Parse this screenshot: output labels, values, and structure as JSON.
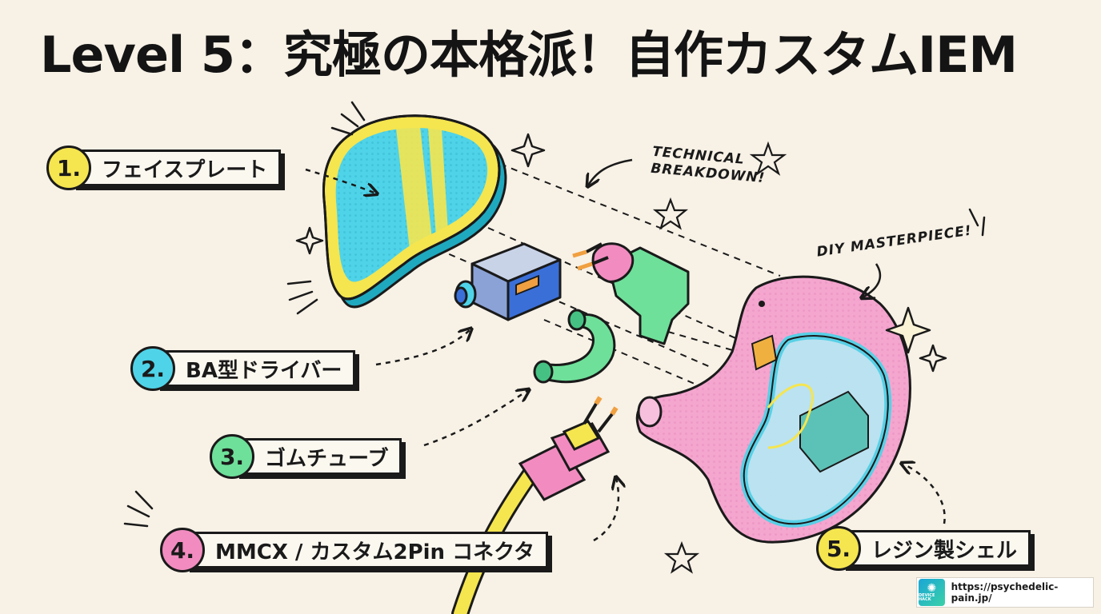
{
  "title": "Level 5：究極の本格派！自作カスタムIEM",
  "notes": {
    "technical": "TECHNICAL\nBREAKDOWN!",
    "diy": "DIY MASTERPIECE!"
  },
  "parts": [
    {
      "num": "1.",
      "label": "フェイスプレート",
      "color": "#f5e54f"
    },
    {
      "num": "2.",
      "label": "BA型ドライバー",
      "color": "#4fd3e8"
    },
    {
      "num": "3.",
      "label": "ゴムチューブ",
      "color": "#6ee09a"
    },
    {
      "num": "4.",
      "label": "MMCX / カスタム2Pin コネクタ",
      "color": "#f28cc0"
    },
    {
      "num": "5.",
      "label": "レジン製シェル",
      "color": "#f5e54f"
    }
  ],
  "footer": {
    "logo_text": "DEVICE HACK",
    "url": "https://psychedelic-pain.jp/"
  },
  "icons": {
    "faceplate": "faceplate-icon",
    "driver": "ba-driver-icon",
    "tube": "rubber-tube-icon",
    "connector": "connector-icon",
    "cable": "cable-icon",
    "shell": "resin-shell-icon"
  },
  "colors": {
    "background": "#f7f1e6",
    "outline": "#1a1a1a",
    "cyan": "#4fd3e8",
    "yellow": "#f5e54f",
    "pink": "#f28cc0",
    "green": "#6ee09a",
    "blue": "#3a6fd8"
  }
}
